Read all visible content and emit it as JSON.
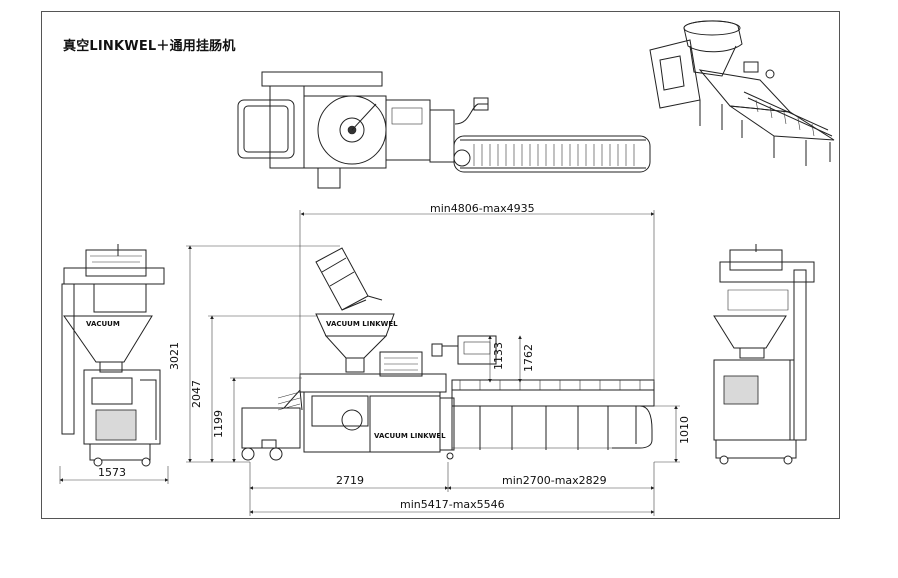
{
  "title": "真空LINKWEL＋通用挂肠机",
  "dimensions": {
    "overall_top": "min4806-max4935",
    "height_total": "3021",
    "height_hopper": "2047",
    "height_table": "1199",
    "height_control": "1133",
    "height_control2": "1762",
    "height_right": "1010",
    "side_width": "1573",
    "left_length": "2719",
    "right_length": "min2700-max2829",
    "overall_bottom": "min5417-max5546"
  },
  "labels": {
    "brand_hopper": "VACUUM LINKWEL",
    "brand_body": "VACUUM LINKWEL",
    "brand_side": "VACUUM"
  }
}
